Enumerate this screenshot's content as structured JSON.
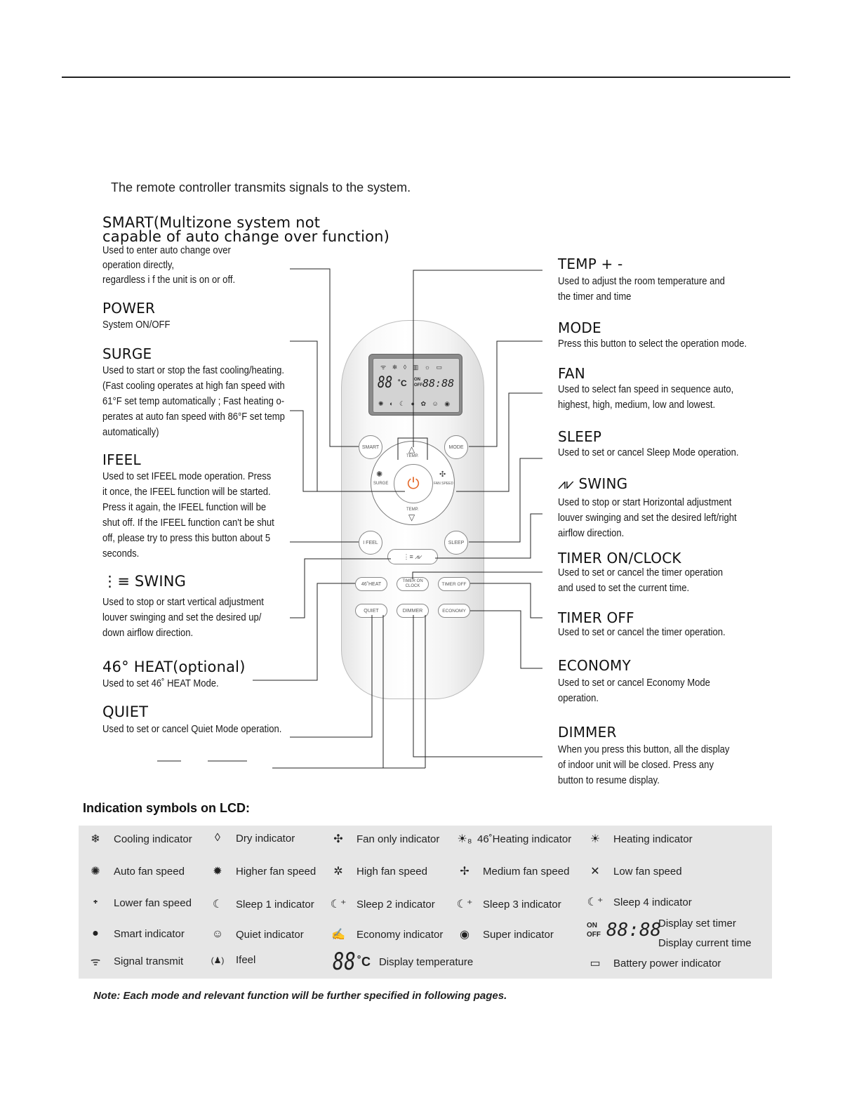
{
  "intro": "The remote controller transmits signals  to the system.",
  "left_blocks": [
    {
      "id": "smart",
      "title_lines": [
        "SMART(Multizone system not",
        "capable of auto change over function)"
      ],
      "desc_lines": [
        "Used to enter auto change over",
        "operation directly,",
        "regardless  i f the unit is on or off."
      ]
    },
    {
      "id": "power",
      "title_lines": [
        "POWER"
      ],
      "desc_lines": [
        "System ON/OFF"
      ]
    },
    {
      "id": "surge",
      "title_lines": [
        "SURGE"
      ],
      "desc_lines": [
        "Used to start or stop the fast cooling/heating.",
        "(Fast cooling operates at high fan speed with",
        "61°F set temp automatically ; Fast heating o-",
        "perates at auto fan speed with 86°F  set temp",
        "automatically)"
      ]
    },
    {
      "id": "ifeel",
      "title_lines": [
        "IFEEL"
      ],
      "desc_lines": [
        "Used to set IFEEL mode operation. Press",
        "it once, the IFEEL function will be started.",
        "Press it again, the IFEEL function will be",
        "shut off. If the IFEEL function can't be shut",
        "off, please try to press this button about 5",
        "seconds."
      ]
    },
    {
      "id": "swing-v",
      "title_lines": [
        "⋮≡ SWING"
      ],
      "desc_lines": [
        "Used to stop or start vertical adjustment",
        "louver swinging and set the desired up/",
        "down airflow direction."
      ]
    },
    {
      "id": "heat46",
      "title_lines": [
        "46° HEAT(optional)"
      ],
      "desc_lines": [
        "Used to set 46˚ HEAT Mode."
      ]
    },
    {
      "id": "quiet",
      "title_lines": [
        "QUIET"
      ],
      "desc_lines": [
        "Used to set or cancel Quiet Mode operation."
      ]
    }
  ],
  "right_blocks": [
    {
      "id": "temp",
      "title_lines": [
        "TEMP  +  -"
      ],
      "desc_lines": [
        "Used to adjust  the room temperature and",
        "the timer and time"
      ]
    },
    {
      "id": "mode",
      "title_lines": [
        "MODE"
      ],
      "desc_lines": [
        "Press this button to select the operation mode."
      ]
    },
    {
      "id": "fan",
      "title_lines": [
        "FAN"
      ],
      "desc_lines": [
        "Used to select fan speed in sequence auto,",
        "highest, high, medium, low and lowest."
      ]
    },
    {
      "id": "sleep",
      "title_lines": [
        "SLEEP"
      ],
      "desc_lines": [
        "Used to set or cancel Sleep Mode operation."
      ]
    },
    {
      "id": "swing-h",
      "title_lines": [
        "⩘⩗  SWING"
      ],
      "desc_lines": [
        "Used to stop or start Horizontal adjustment",
        "louver swinging and set the desired left/right",
        "airflow direction."
      ]
    },
    {
      "id": "timer-on",
      "title_lines": [
        "TIMER ON/CLOCK"
      ],
      "desc_lines": [
        "Used to set or cancel the timer operation",
        "and used to set the current time."
      ]
    },
    {
      "id": "timer-off",
      "title_lines": [
        "TIMER OFF"
      ],
      "desc_lines": [
        "Used to set or cancel the timer operation."
      ]
    },
    {
      "id": "economy",
      "title_lines": [
        "ECONOMY"
      ],
      "desc_lines": [
        "Used to set or cancel Economy Mode",
        "operation."
      ]
    },
    {
      "id": "dimmer",
      "title_lines": [
        "DIMMER"
      ],
      "desc_lines": [
        "When you press this button, all the display",
        "of indoor unit will be closed. Press any",
        "button to resume display."
      ]
    }
  ],
  "remote": {
    "lcd": {
      "row1": "ᯤ ❄ ◊ ▥ ☼ ▭",
      "temp": "88",
      "unit": "˚C",
      "on": "ON",
      "off": "OFF",
      "time": "88:88",
      "row3": "✺ ◐ ☾ ● ✿ ☺ ◉"
    },
    "buttons": {
      "smart": "SMART",
      "mode": "MODE",
      "temp_up": "TEMP.",
      "temp_down": "TEMP.",
      "surge": "SURGE",
      "fan_speed": "FAN SPEED",
      "power": "⏻",
      "ifeel": "I FEEL",
      "sleep": "SLEEP",
      "swing": "⋮≡     ⩘⩗",
      "heat46": "46˚HEAT",
      "timer_on": "TIMER ON CLOCK",
      "timer_off": "TIMER OFF",
      "quiet": "QUIET",
      "dimmer": "DIMMER",
      "economy": "ECONOMY"
    }
  },
  "legend": {
    "heading": "Indication symbols on LCD:",
    "items": [
      {
        "icon": "❄",
        "label": "Cooling indicator"
      },
      {
        "icon": "◊",
        "label": "Dry indicator"
      },
      {
        "icon": "✣",
        "label": "Fan only indicator"
      },
      {
        "icon": "☀₈",
        "label": "46˚Heating indicator"
      },
      {
        "icon": "☀",
        "label": "Heating indicator"
      },
      {
        "icon": "✺",
        "label": "Auto fan speed"
      },
      {
        "icon": "✹",
        "label": "Higher fan speed"
      },
      {
        "icon": "✲",
        "label": "High fan speed"
      },
      {
        "icon": "✢",
        "label": "Medium fan speed"
      },
      {
        "icon": "✕",
        "label": "Low fan speed"
      },
      {
        "icon": "᛭",
        "label": "Lower fan speed"
      },
      {
        "icon": "☾",
        "label": "Sleep 1  indicator"
      },
      {
        "icon": "☾⁺",
        "label": "Sleep 2  indicator"
      },
      {
        "icon": "☾⁺",
        "label": "Sleep 3  indicator"
      },
      {
        "icon": "☾⁺",
        "label": "Sleep 4  indicator"
      },
      {
        "icon": "●",
        "label": "Smart  indicator"
      },
      {
        "icon": "☺",
        "label": "Quiet  indicator"
      },
      {
        "icon": "✍",
        "label": "Economy  indicator"
      },
      {
        "icon": "◉",
        "label": "Super  indicator"
      },
      {
        "icon": "ᯤ",
        "label": "Signal transmit"
      },
      {
        "icon": "(♟)",
        "label": "Ifeel"
      },
      {
        "icon": "▭",
        "label": "Battery power indicator"
      }
    ],
    "timer_on": "ON",
    "timer_off": "OFF",
    "timer_digits": "88:88",
    "timer_label_1": "Display set timer",
    "timer_label_2": "Display current time",
    "temp_digits": "88",
    "temp_unit": "˚C",
    "temp_label": "Display temperature"
  },
  "note": "Note: Each mode and relevant function will be further specified in following pages."
}
